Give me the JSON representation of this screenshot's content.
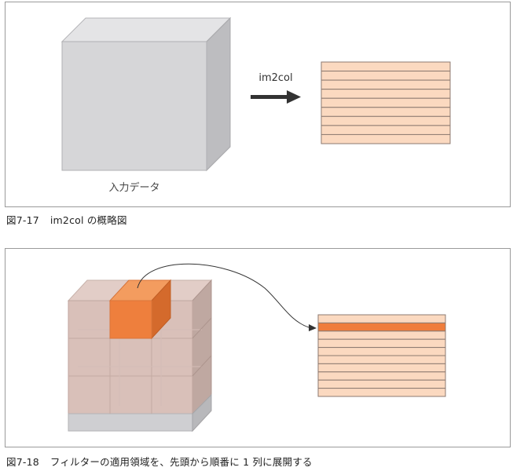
{
  "figures": [
    {
      "number": "図7-17",
      "title": "im2col の概略図",
      "input_label": "入力データ",
      "arrow_label": "im2col",
      "matrix_rows": 9
    },
    {
      "number": "図7-18",
      "title": "フィルターの適用領域を、先頭から順番に 1 列に展開する",
      "matrix_rows": 10,
      "highlighted_row": 2
    }
  ],
  "colors": {
    "cube_face": "#d8d8da",
    "cube_edge": "#b0b0b3",
    "matrix_fill": "#fbd9c0",
    "matrix_line": "#8d7a70",
    "highlight": "#ef7d3c",
    "grid_cube": "#c9aaa2",
    "arrow": "#333333"
  }
}
